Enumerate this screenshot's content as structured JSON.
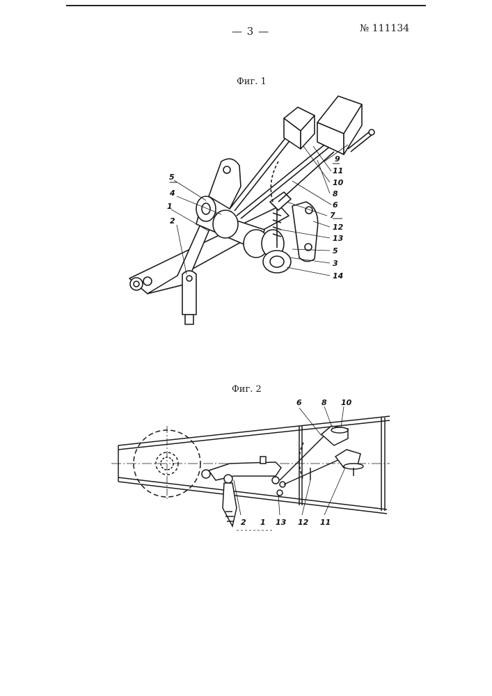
{
  "header": {
    "page_number": "— 3 —",
    "patent_number": "№ 111134"
  },
  "figure1": {
    "caption": "Фиг. 1",
    "labels": {
      "l5a": "5",
      "l4": "4",
      "l1": "1",
      "l2": "2",
      "l9": "9",
      "l11": "11",
      "l10": "10",
      "l8": "8",
      "l6": "6",
      "l7": "7",
      "l12": "12",
      "l13": "13",
      "l5b": "5",
      "l3": "3",
      "l14": "14"
    }
  },
  "figure2": {
    "caption": "Фиг. 2",
    "labels": {
      "l6": "6",
      "l8": "8",
      "l10": "10",
      "l2": "2",
      "l1": "1",
      "l13": "13",
      "l12": "12",
      "l11": "11"
    }
  }
}
